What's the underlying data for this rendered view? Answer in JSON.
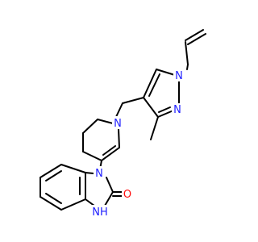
{
  "atoms": {
    "n_pyrazole_1": "N",
    "n_pyrazole_2": "N",
    "n_piperidine": "N",
    "n_benzimidazole_1": "N",
    "oxygen": "O",
    "nh": "NH"
  },
  "colors": {
    "bond": "#000000",
    "nitrogen": "#2020ff",
    "oxygen": "#ff0d0d",
    "background": "#ffffff"
  }
}
